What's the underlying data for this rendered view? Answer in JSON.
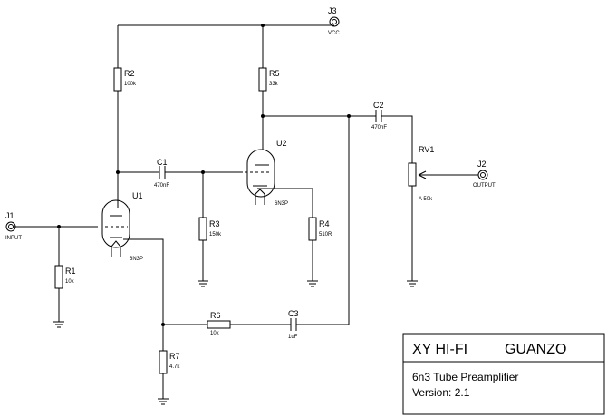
{
  "connectors": {
    "j1": {
      "ref": "J1",
      "label": "INPUT"
    },
    "j2": {
      "ref": "J2",
      "label": "OUTPUT"
    },
    "j3": {
      "ref": "J3",
      "label": "VCC"
    }
  },
  "tubes": {
    "u1": {
      "ref": "U1",
      "value": "6N3P"
    },
    "u2": {
      "ref": "U2",
      "value": "6N3P"
    }
  },
  "resistors": {
    "r1": {
      "ref": "R1",
      "value": "10k"
    },
    "r2": {
      "ref": "R2",
      "value": "100k"
    },
    "r3": {
      "ref": "R3",
      "value": "150k"
    },
    "r4": {
      "ref": "R4",
      "value": "510R"
    },
    "r5": {
      "ref": "R5",
      "value": "33k"
    },
    "r6": {
      "ref": "R6",
      "value": "10k"
    },
    "r7": {
      "ref": "R7",
      "value": "4.7k"
    }
  },
  "capacitors": {
    "c1": {
      "ref": "C1",
      "value": "470nF"
    },
    "c2": {
      "ref": "C2",
      "value": "470nF"
    },
    "c3": {
      "ref": "C3",
      "value": "1uF"
    }
  },
  "potentiometer": {
    "ref": "RV1",
    "value": "A 50k"
  },
  "title_block": {
    "title_left": "XY HI-FI",
    "title_right": "GUANZO",
    "description": "6n3 Tube Preamplifier",
    "version": "Version: 2.1"
  }
}
